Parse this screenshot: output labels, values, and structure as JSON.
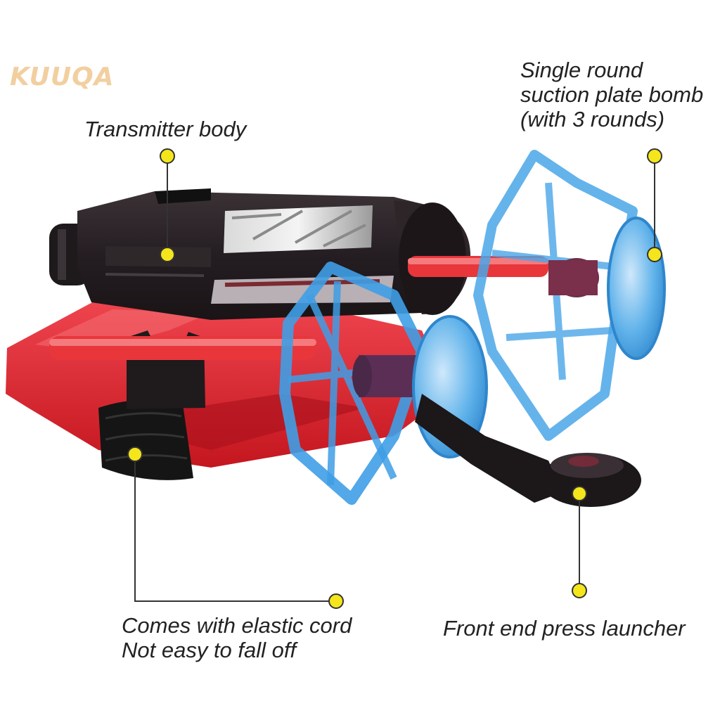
{
  "brand": {
    "logo_text": "KUUQA"
  },
  "callouts": {
    "transmitter_body": {
      "lines": [
        "Transmitter body"
      ]
    },
    "suction_bomb": {
      "lines": [
        "Single round",
        "suction plate bomb",
        "(with 3 rounds)"
      ]
    },
    "elastic_cord": {
      "lines": [
        "Comes with elastic cord",
        "Not easy to fall off"
      ]
    },
    "front_launcher": {
      "lines": [
        "Front end press launcher"
      ]
    }
  },
  "colors": {
    "callout_dot": "#f5e61c",
    "leader_line": "#333333",
    "body_black": "#2a2327",
    "base_red": "#e8262e",
    "dart_blue": "#4aa6e8",
    "rod_red": "#e8363a"
  }
}
